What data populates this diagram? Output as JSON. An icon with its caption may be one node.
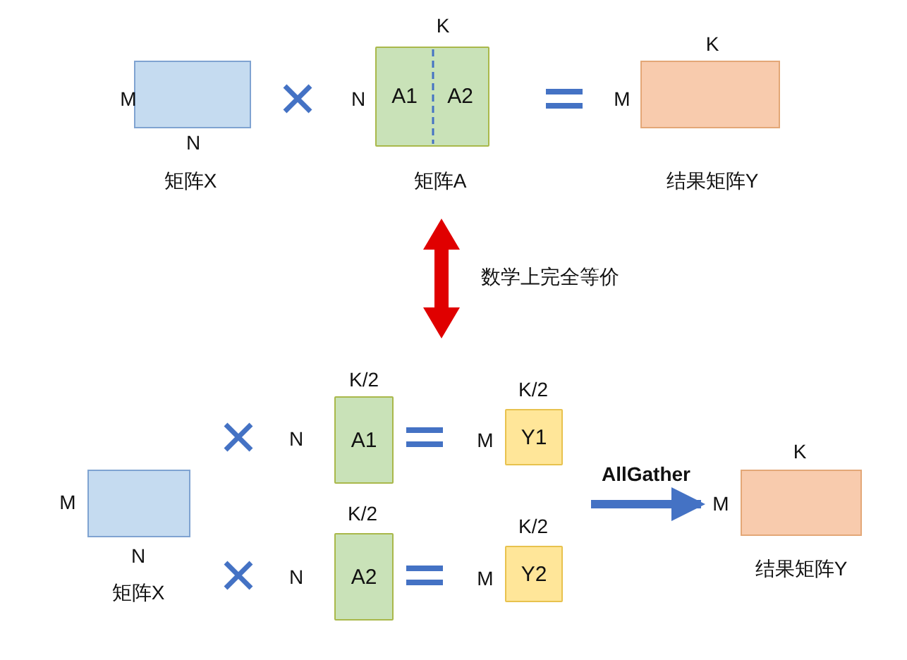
{
  "diagram": {
    "nodes": [
      {
        "text": [],
        "shape": "box",
        "beside": [
          "M",
          "N",
          "矩阵X"
        ]
      },
      {
        "text": [
          "A1",
          "A2"
        ],
        "beside": [
          "K",
          "N",
          "矩阵A"
        ]
      },
      {
        "text": [],
        "shape": "box",
        "beside": [
          "K",
          "M",
          "结果矩阵Y"
        ]
      },
      {
        "text": [],
        "shape": "box",
        "beside": [
          "M",
          "N",
          "矩阵X"
        ]
      },
      {
        "text": [
          "A1"
        ],
        "beside": [
          "K/2",
          "N"
        ]
      },
      {
        "text": [
          "Y1"
        ],
        "beside": [
          "K/2",
          "M"
        ]
      },
      {
        "text": [
          "A2"
        ],
        "beside": [
          "K/2",
          "N"
        ]
      },
      {
        "text": [
          "Y2"
        ],
        "beside": [
          "K/2",
          "M"
        ]
      },
      {
        "text": [],
        "shape": "box",
        "beside": [
          "K",
          "M",
          "结果矩阵Y"
        ]
      }
    ],
    "edges": [
      {
        "from": 5,
        "to": 8,
        "arrow": "to",
        "label": "AllGather"
      },
      {
        "from": 7,
        "to": 8,
        "arrow": "to"
      }
    ],
    "labels": [
      "数学上完全等价"
    ]
  }
}
